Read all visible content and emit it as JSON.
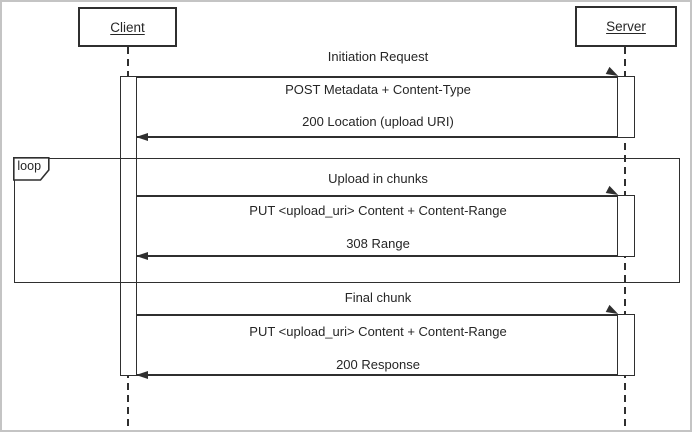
{
  "actors": {
    "client": "Client",
    "server": "Server"
  },
  "loop": {
    "operator": "loop"
  },
  "sections": [
    {
      "title": "Initiation Request",
      "request": "POST Metadata + Content-Type",
      "response": "200 Location (upload URI)"
    },
    {
      "title": "Upload in chunks",
      "request": "PUT <upload_uri> Content + Content-Range",
      "response": "308 Range"
    },
    {
      "title": "Final chunk",
      "request": "PUT <upload_uri> Content + Content-Range",
      "response": "200 Response"
    }
  ],
  "colors": {
    "line": "#2f2f2f",
    "text": "#262626",
    "frame_border": "#c4c4c4",
    "background": "#ffffff"
  }
}
